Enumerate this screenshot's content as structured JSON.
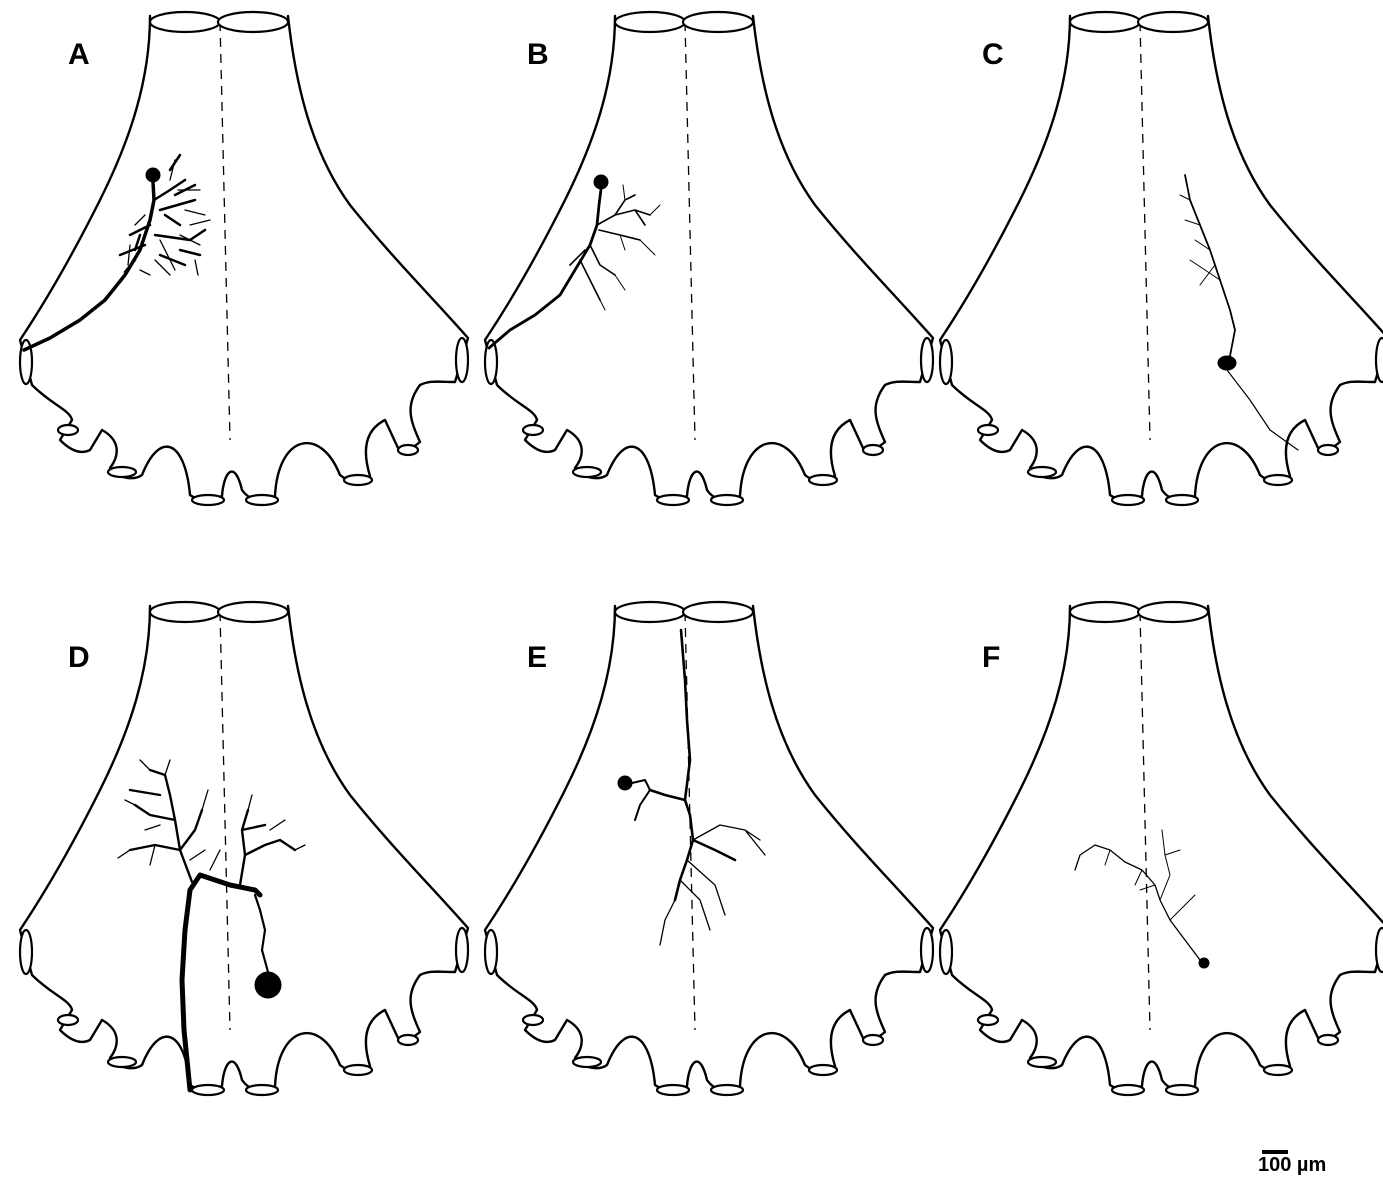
{
  "figure": {
    "panels": [
      {
        "label": "A"
      },
      {
        "label": "B"
      },
      {
        "label": "C"
      },
      {
        "label": "D"
      },
      {
        "label": "E"
      },
      {
        "label": "F"
      }
    ],
    "scale_bar": {
      "label": "100 µm"
    }
  }
}
